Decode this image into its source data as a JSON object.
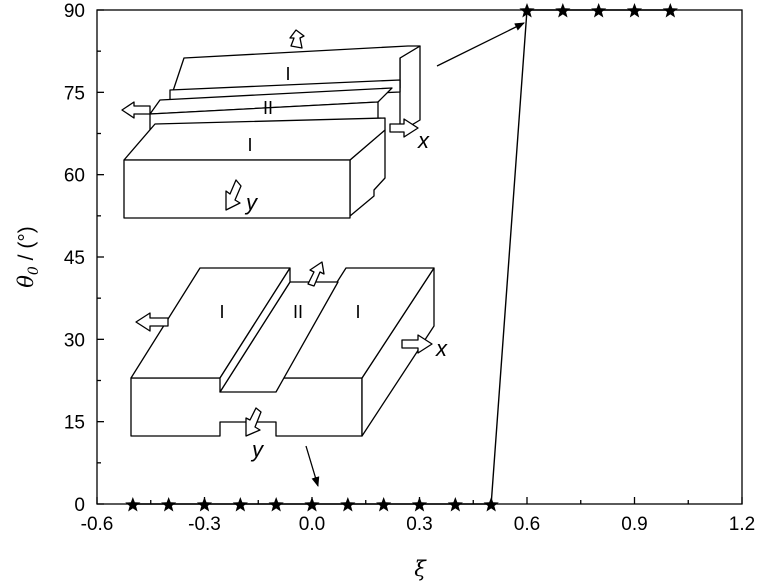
{
  "chart_data": {
    "type": "scatter",
    "xlabel": "ξ",
    "ylabel_symbol": "θ",
    "ylabel_subscript": "0",
    "ylabel_unit": " / (°)",
    "xlim": [
      -0.6,
      1.2
    ],
    "ylim": [
      0,
      90
    ],
    "xticks": [
      "-0.6",
      "-0.3",
      "0.0",
      "0.3",
      "0.6",
      "0.9",
      "1.2"
    ],
    "yticks": [
      "0",
      "15",
      "30",
      "45",
      "60",
      "75",
      "90"
    ],
    "marker": "star",
    "line_color": "#000000",
    "series": [
      {
        "x": [
          -0.5,
          -0.4,
          -0.3,
          -0.2,
          -0.1,
          0.0,
          0.1,
          0.2,
          0.3,
          0.4,
          0.5,
          0.6,
          0.7,
          0.8,
          0.9,
          1.0
        ],
        "y": [
          0,
          0,
          0,
          0,
          0,
          0,
          0,
          0,
          0,
          0,
          0,
          90,
          90,
          90,
          90,
          90
        ]
      }
    ],
    "insets": {
      "upper": {
        "region_labels": [
          "I",
          "II",
          "I"
        ],
        "axis_x": "x",
        "axis_y": "y"
      },
      "lower": {
        "region_labels": [
          "I",
          "II",
          "I"
        ],
        "axis_x": "x",
        "axis_y": "y"
      }
    }
  }
}
